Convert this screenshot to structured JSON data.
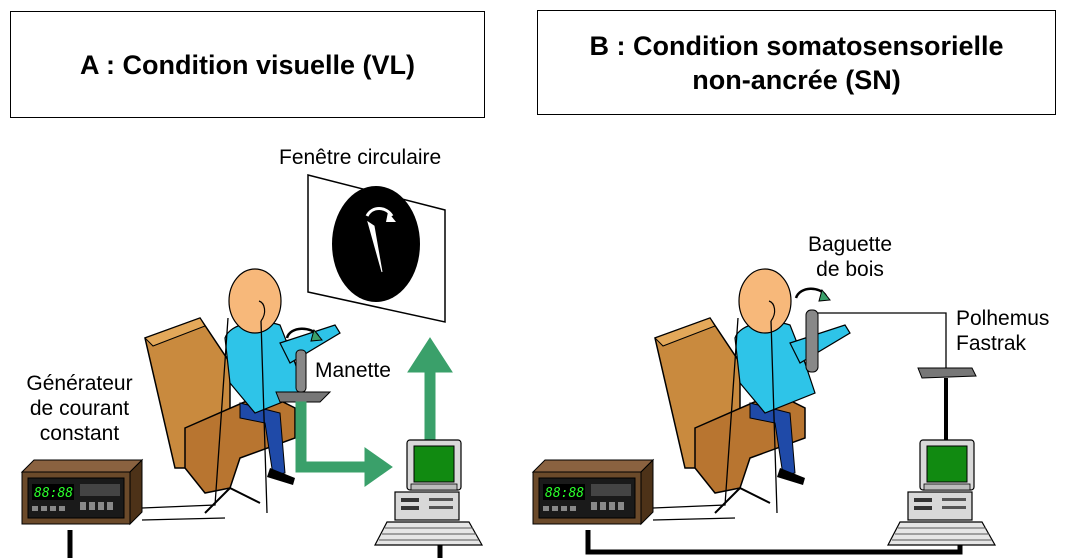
{
  "panel_a": {
    "title": "A : Condition visuelle (VL)",
    "window_label": "Fenêtre circulaire",
    "joystick_label": "Manette",
    "generator_label": [
      "Générateur",
      "de courant",
      "constant"
    ]
  },
  "panel_b": {
    "title_line1": "B : Condition somatosensorielle",
    "title_line2": "non-ancrée (SN)",
    "stick_label": [
      "Baguette",
      "de bois"
    ],
    "tracker_label": [
      "Polhemus",
      "Fastrak"
    ]
  },
  "colors": {
    "chair": "#c98a3e",
    "chair_dark": "#8a5a1e",
    "shirt": "#2ec4e8",
    "skin": "#f7b87a",
    "arrow": "#3aa06a",
    "screen": "#118a11",
    "device": "#6b4a2a",
    "display": "#2aff2a"
  }
}
